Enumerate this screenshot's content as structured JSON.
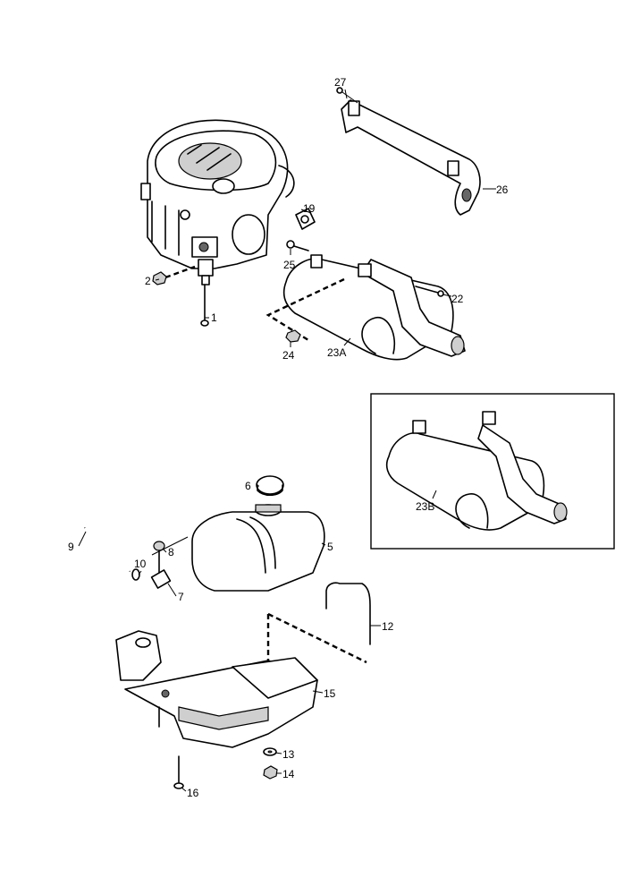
{
  "callouts": {
    "c1": "1",
    "c2": "2",
    "c5": "5",
    "c6": "6",
    "c7": "7",
    "c8": "8",
    "c9": "9",
    "c10": "10",
    "c12": "12",
    "c13": "13",
    "c14": "14",
    "c15": "15",
    "c16": "16",
    "c19": "19",
    "c22": "22",
    "c23a": "23A",
    "c23b": "23B",
    "c24": "24",
    "c25": "25",
    "c26": "26",
    "c27": "27"
  }
}
